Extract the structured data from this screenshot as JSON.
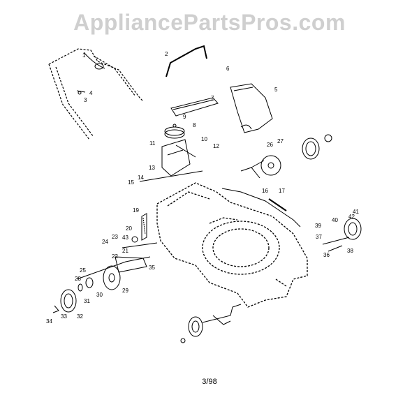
{
  "watermark": "AppliancePartsPros.com",
  "footer": {
    "page_code": "3/98"
  },
  "callouts": [
    "1",
    "2",
    "3",
    "4",
    "5",
    "6",
    "7",
    "8",
    "9",
    "10",
    "11",
    "12",
    "13",
    "14",
    "15",
    "16",
    "17",
    "19",
    "20",
    "21",
    "22",
    "23",
    "24",
    "25",
    "26",
    "27",
    "28",
    "29",
    "30",
    "31",
    "32",
    "33",
    "34",
    "35",
    "36",
    "37",
    "38",
    "39",
    "40",
    "41",
    "42",
    "43"
  ],
  "colors": {
    "line": "#000000",
    "watermark": "#cfcfcf",
    "background": "#ffffff"
  }
}
